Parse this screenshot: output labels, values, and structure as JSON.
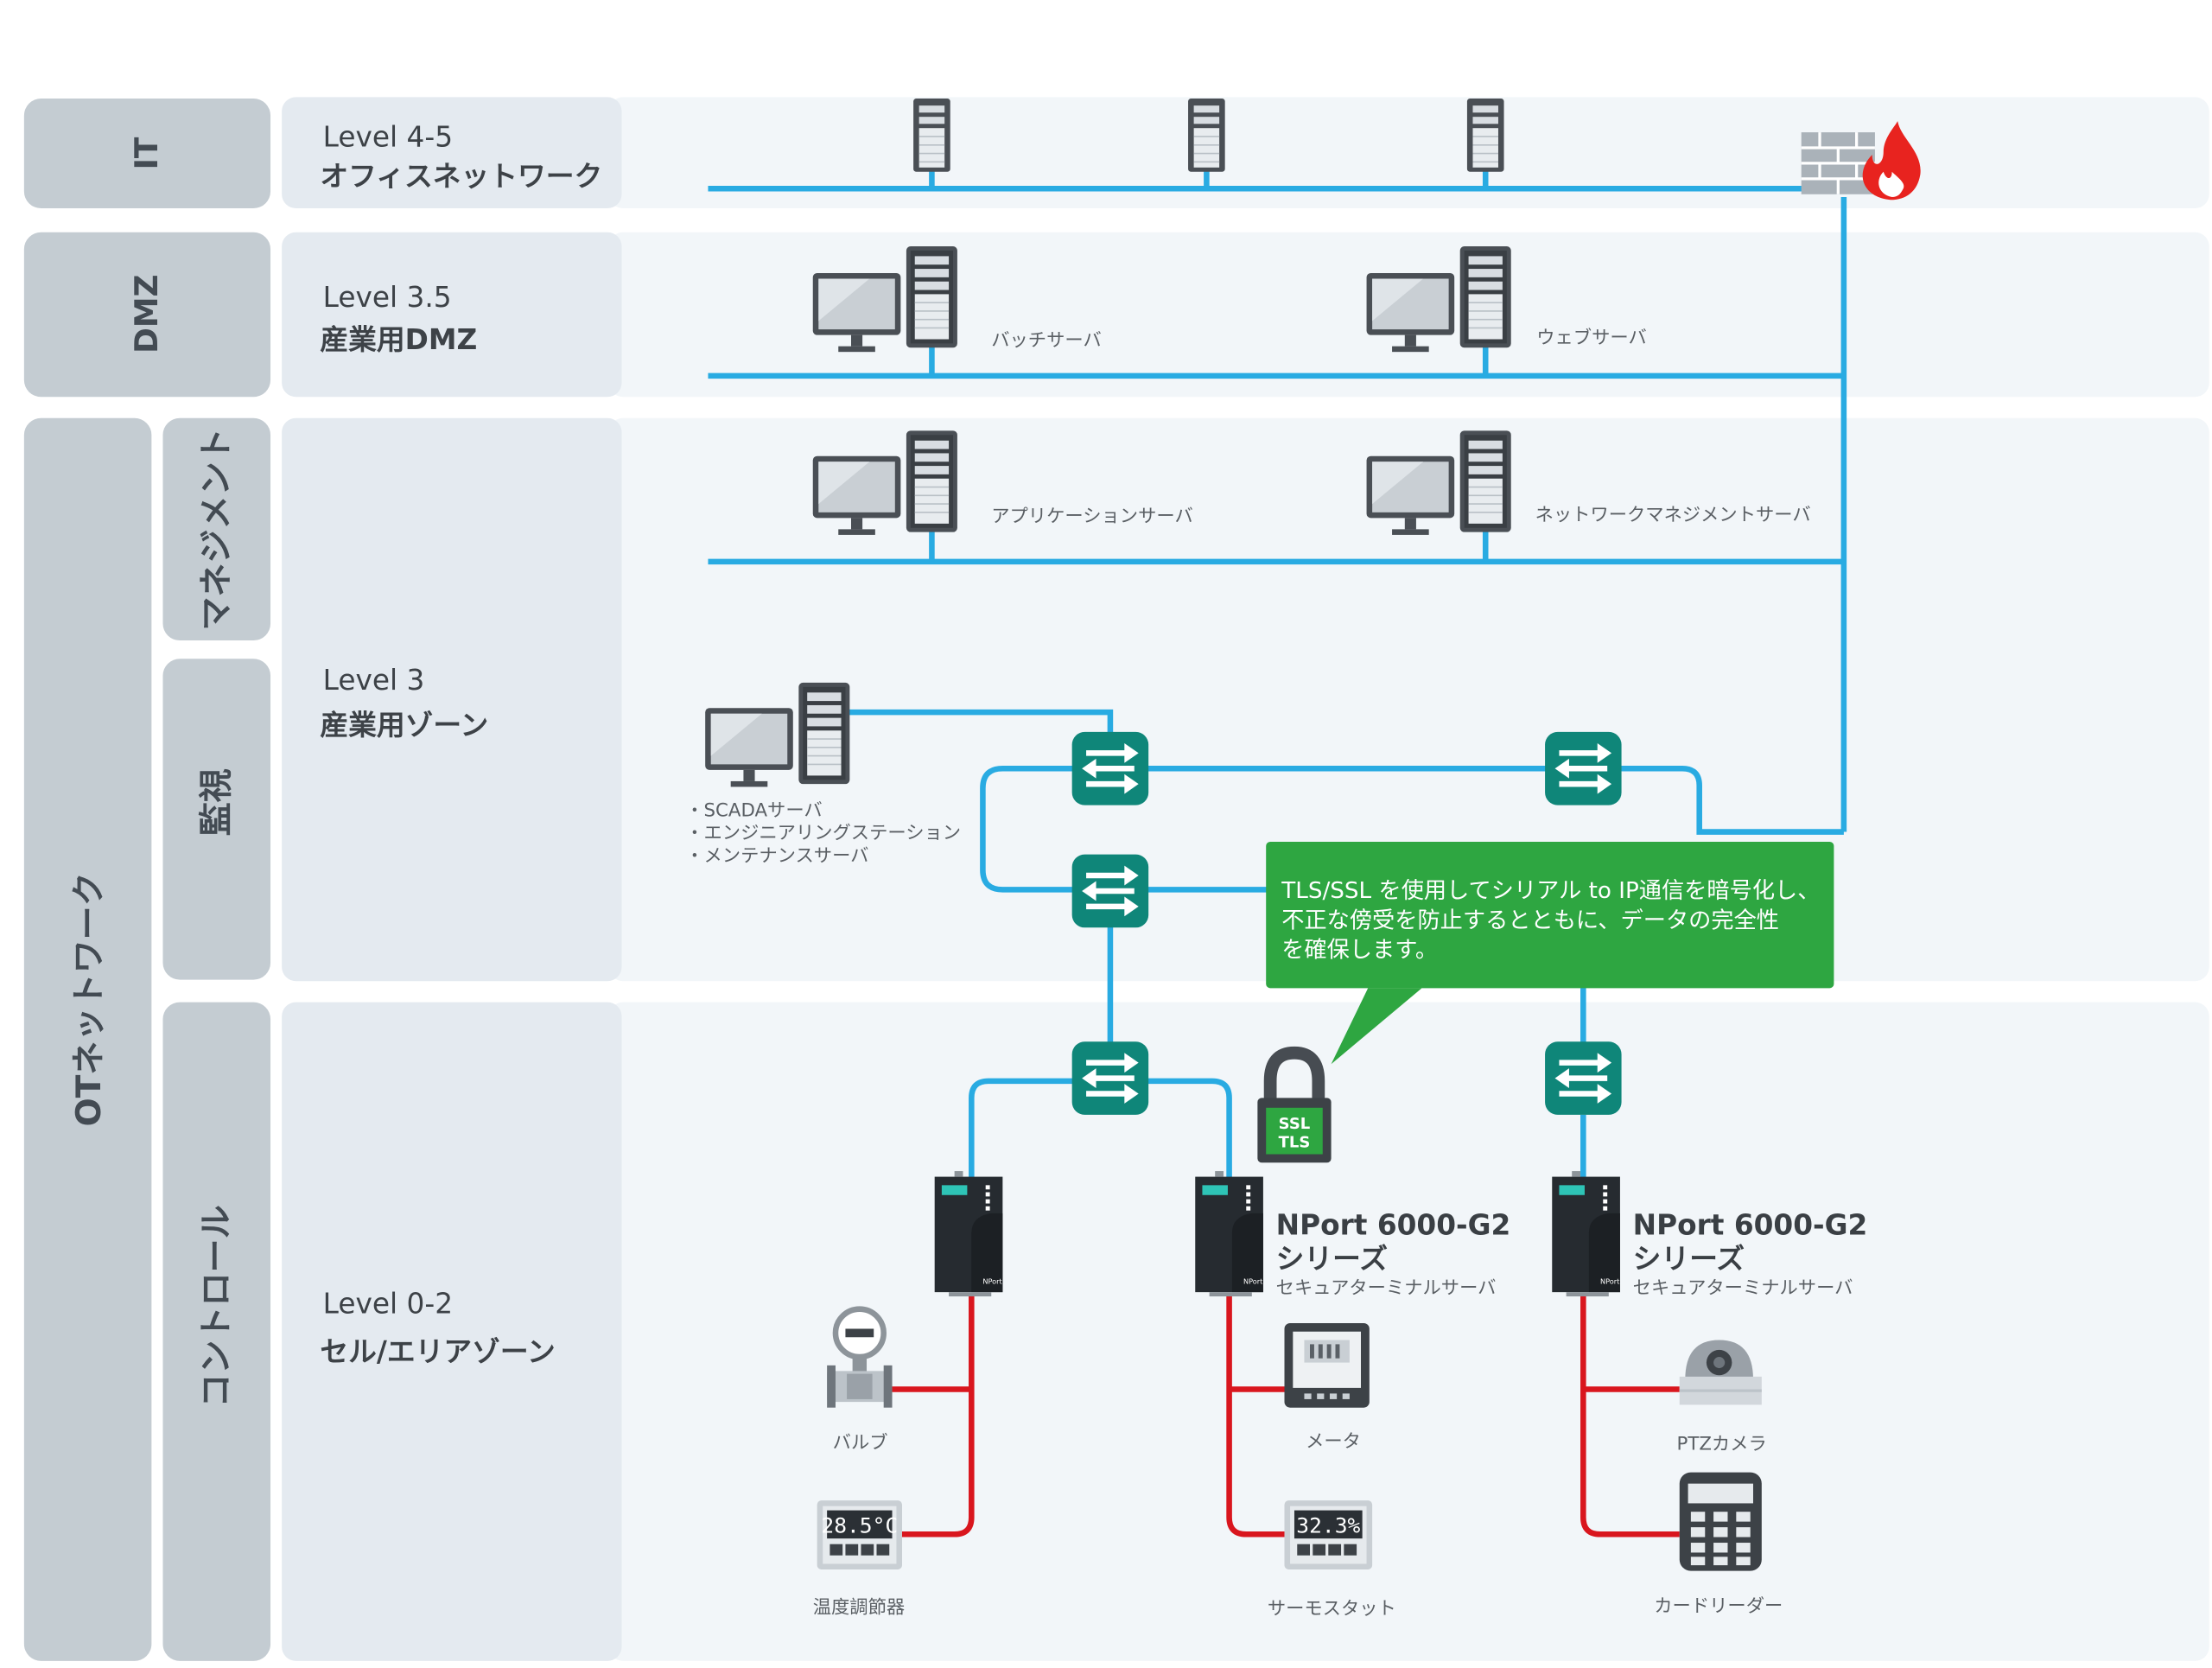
{
  "tiers": {
    "it": "IT",
    "dmz": "DMZ",
    "ot": "OTネットワーク",
    "management": "マネジメント",
    "monitoring": "監視",
    "control": "コントロール"
  },
  "levels": {
    "l45": {
      "num": "Level 4-5",
      "name": "オフィスネットワーク"
    },
    "l35": {
      "num": "Level 3.5",
      "name": "産業用DMZ"
    },
    "l3": {
      "num": "Level 3",
      "name": "産業用ゾーン"
    },
    "l02": {
      "num": "Level 0-2",
      "name": "セル/エリアゾーン"
    }
  },
  "devices": {
    "batch_server": "バッチサーバ",
    "web_server": "ウェブサーバ",
    "app_server": "アプリケーションサーバ",
    "nms_server": "ネットワークマネジメントサーバ",
    "scada_items": [
      "・SCADAサーバ",
      "・エンジニアリングステーション",
      "・メンテナンスサーバ"
    ],
    "valve": "バルブ",
    "temp_controller": "温度調節器",
    "meter": "メータ",
    "thermostat": "サーモスタット",
    "ptz_camera": "PTZカメラ",
    "card_reader": "カードリーダー"
  },
  "displays": {
    "temp_value": "28.5°C",
    "thermo_value": "32.3%"
  },
  "product": {
    "name": "NPort 6000-G2",
    "series": "シリーズ",
    "subtitle": "セキュアターミナルサーバ",
    "device_brand": "NPort"
  },
  "callout": {
    "lines": [
      "TLS/SSL を使用してシリアル to  IP通信を暗号化し、",
      "不正な傍受を防止するとともに、データの完全性",
      "を確保します。"
    ]
  },
  "lock": {
    "line1": "SSL",
    "line2": "TLS"
  },
  "colors": {
    "network_link": "#29abe2",
    "serial_link": "#d9161e",
    "switch": "#0f8679",
    "callout": "#2ea641",
    "tier_box": "#c4ccd2",
    "level_box": "#e4eaf0",
    "zone_band": "#f2f6f9"
  },
  "icons": {
    "server": "server-tower-icon",
    "workstation": "monitor-icon",
    "switch": "ethernet-switch-icon",
    "firewall": "firewall-icon",
    "lock": "padlock-icon"
  }
}
